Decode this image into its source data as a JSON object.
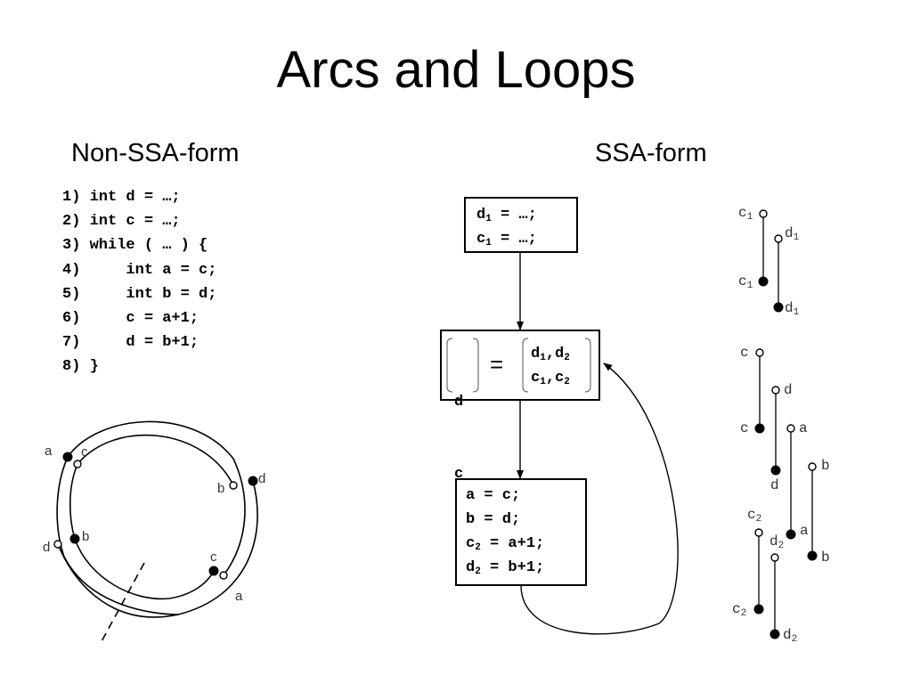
{
  "title": "Arcs and Loops",
  "left_heading": "Non-SSA-form",
  "right_heading": "SSA-form",
  "code_lines": [
    "1) int d = …;",
    "2) int c = …;",
    "3) while ( … ) {",
    "4)     int a = c;",
    "5)     int b = d;",
    "6)     c = a+1;",
    "7)     d = b+1;",
    "8) }"
  ],
  "circle_labels": [
    "a",
    "c",
    "b",
    "d",
    "d",
    "b",
    "c",
    "a"
  ],
  "ssa_blocks": {
    "entry": [
      {
        "v": "d",
        "s": "1",
        "r": " = …;"
      },
      {
        "v": "c",
        "s": "1",
        "r": " = …;"
      }
    ],
    "phi": {
      "lhs": [
        "d",
        "c"
      ],
      "eq": "=",
      "rhs": [
        [
          {
            "v": "d",
            "s": "1"
          },
          {
            "v": ",d",
            "s": "2"
          }
        ],
        [
          {
            "v": "c",
            "s": "1"
          },
          {
            "v": ",c",
            "s": "2"
          }
        ]
      ]
    },
    "body": [
      {
        "v": "a = c;",
        "s": "",
        "r": ""
      },
      {
        "v": "b = d;",
        "s": "",
        "r": ""
      },
      {
        "v": "c",
        "s": "2",
        "r": " = a+1;"
      },
      {
        "v": "d",
        "s": "2",
        "r": " = b+1;"
      }
    ]
  },
  "live_range_labels": [
    {
      "v": "c",
      "s": "1"
    },
    {
      "v": "c",
      "s": "1"
    },
    {
      "v": "d",
      "s": "1"
    },
    {
      "v": "d",
      "s": "1"
    },
    {
      "v": "c",
      "s": ""
    },
    {
      "v": "c",
      "s": ""
    },
    {
      "v": "d",
      "s": ""
    },
    {
      "v": "d",
      "s": ""
    },
    {
      "v": "a",
      "s": ""
    },
    {
      "v": "a",
      "s": ""
    },
    {
      "v": "b",
      "s": ""
    },
    {
      "v": "b",
      "s": ""
    },
    {
      "v": "c",
      "s": "2"
    },
    {
      "v": "c",
      "s": "2"
    },
    {
      "v": "d",
      "s": "2"
    },
    {
      "v": "d",
      "s": "2"
    }
  ]
}
